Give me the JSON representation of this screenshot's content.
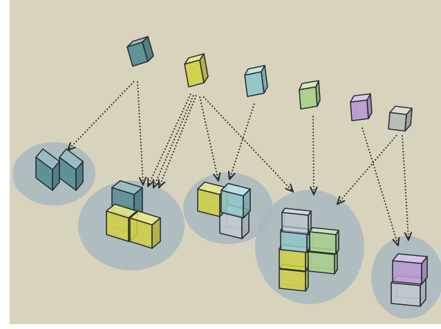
{
  "colors": {
    "background": "#d8d3bd",
    "page": "#ffffff",
    "group_disc": "#a9b8c1",
    "outline": "#2b2e33",
    "arrow": "#2b2b2b",
    "teal": "#5e9aa0",
    "yellow": "#e3e34a",
    "cyan": "#9ed6da",
    "green": "#b8e296",
    "violet": "#c8a8e6",
    "gray": "#c8cbc8",
    "glass": "#d6dee6"
  },
  "source_cubes": [
    {
      "name": "teal-cube",
      "color": "teal"
    },
    {
      "name": "yellow-cube",
      "color": "yellow"
    },
    {
      "name": "cyan-cube",
      "color": "cyan"
    },
    {
      "name": "green-cube",
      "color": "green"
    },
    {
      "name": "violet-cube",
      "color": "violet"
    },
    {
      "name": "gray-cube",
      "color": "gray"
    }
  ],
  "assemblies": [
    {
      "name": "assembly-teal-pair",
      "cubes": [
        "teal",
        "teal"
      ]
    },
    {
      "name": "assembly-teal-yellow",
      "cubes": [
        "teal",
        "yellow",
        "yellow"
      ]
    },
    {
      "name": "assembly-yellow-cyan",
      "cubes": [
        "yellow",
        "cyan",
        "glass"
      ]
    },
    {
      "name": "assembly-tower",
      "cubes": [
        "glass",
        "cyan",
        "yellow",
        "yellow",
        "green",
        "green"
      ]
    },
    {
      "name": "assembly-violet-stack",
      "cubes": [
        "violet",
        "glass"
      ]
    }
  ]
}
